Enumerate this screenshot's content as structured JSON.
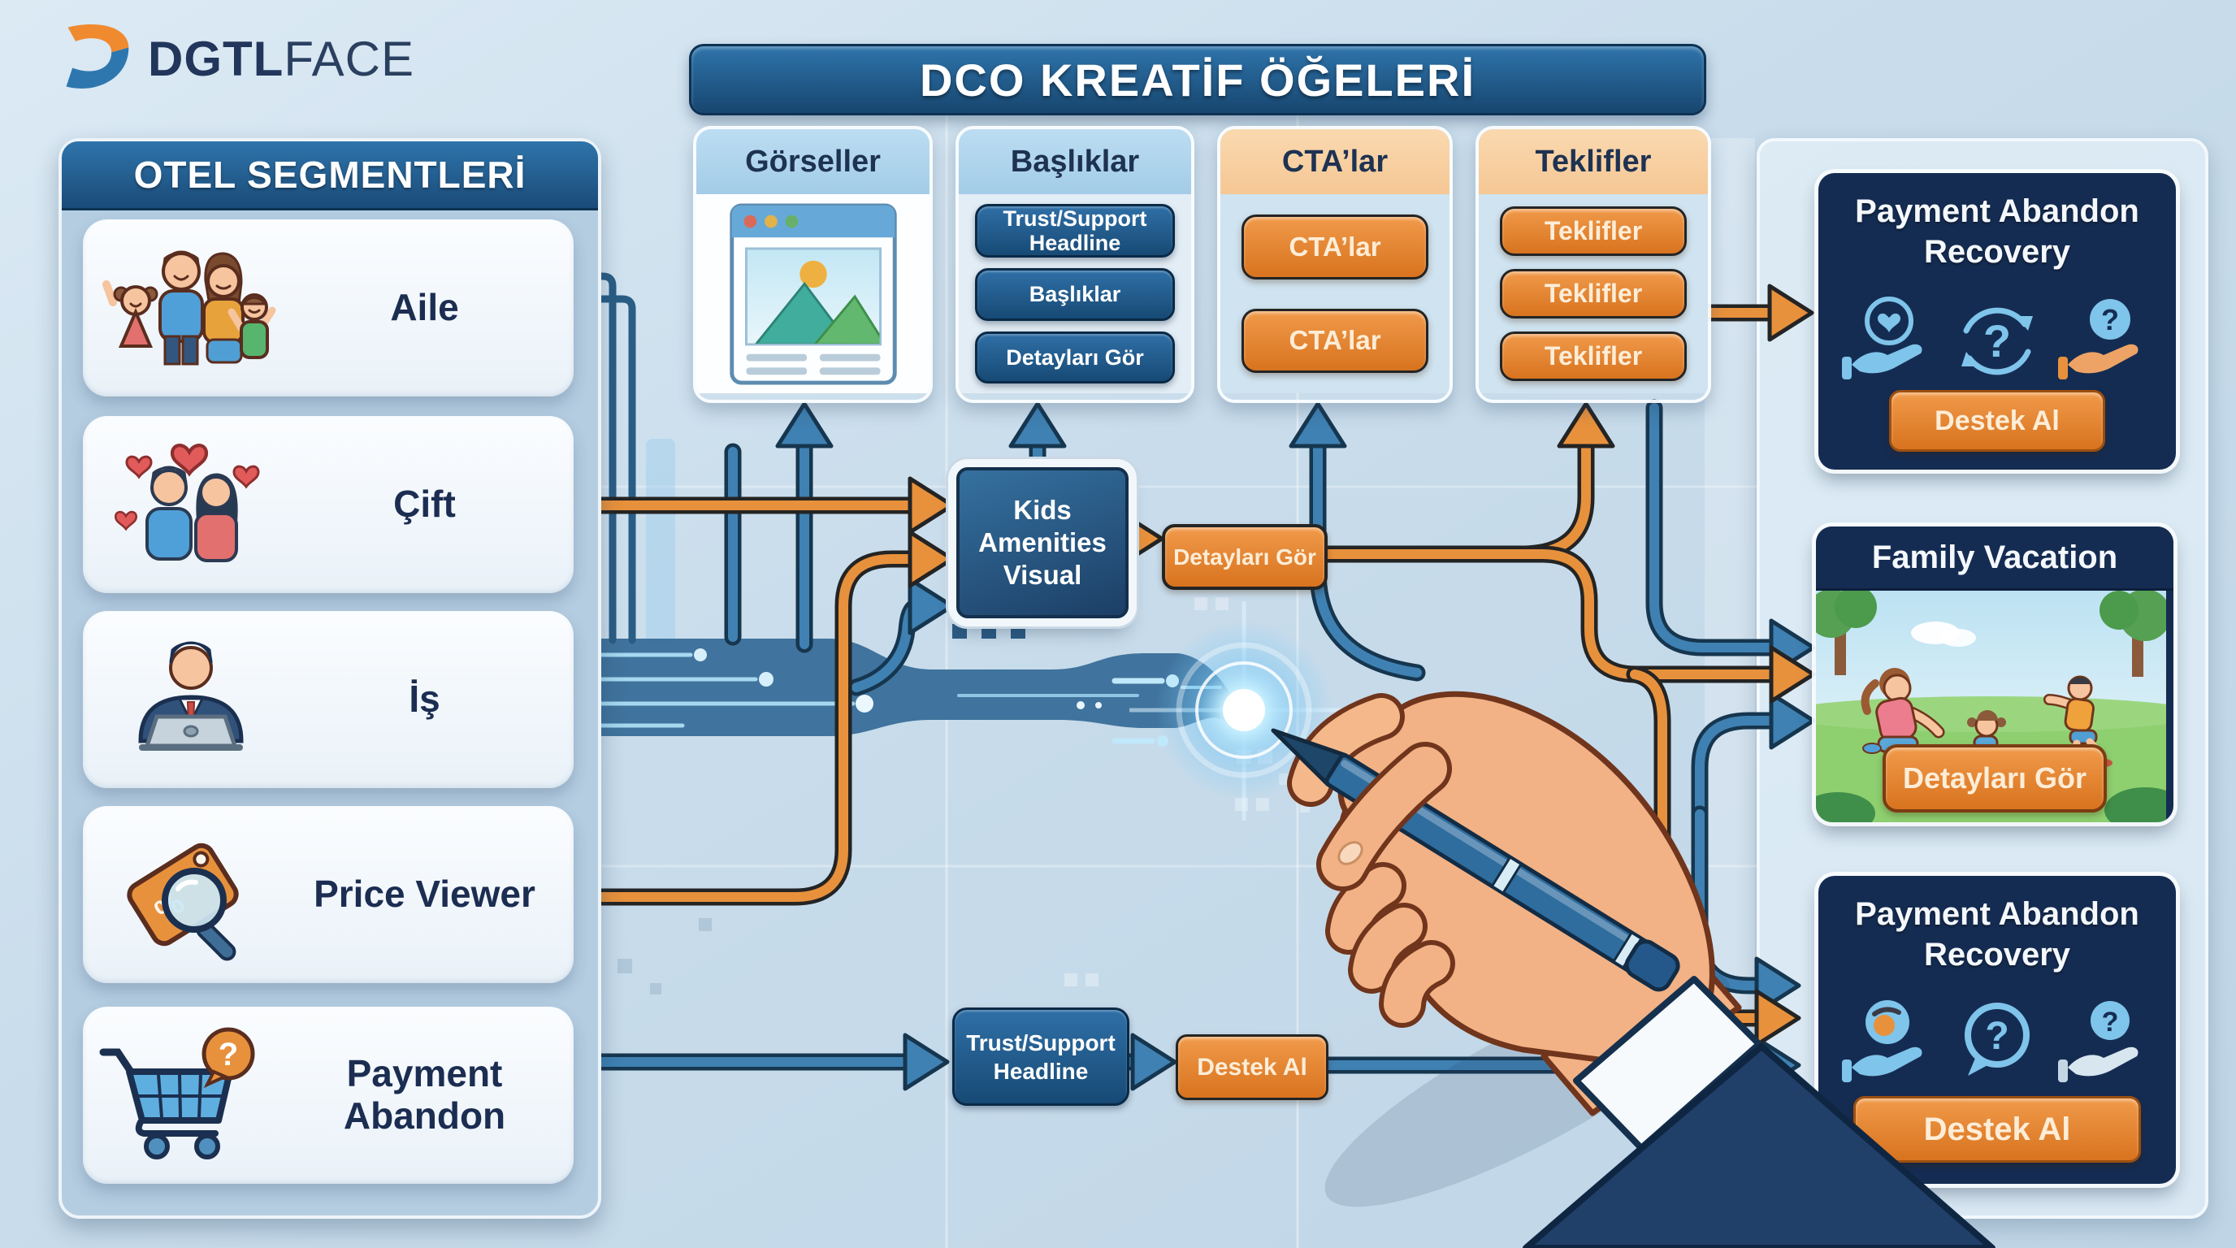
{
  "brand": {
    "logo_bold": "DGTL",
    "logo_light": "FACE",
    "logo_mark": "d-swoosh-logo"
  },
  "dco_header": {
    "title": "DCO KREATİF ÖĞELERİ"
  },
  "segments_panel": {
    "title": "OTEL SEGMENTLERİ",
    "items": [
      {
        "label": "Aile",
        "icon": "family-icon"
      },
      {
        "label": "Çift",
        "icon": "couple-hearts-icon"
      },
      {
        "label": "İş",
        "icon": "businessman-laptop-icon"
      },
      {
        "label": "Price Viewer",
        "icon": "price-tag-magnifier-icon"
      },
      {
        "label": "Payment Abandon",
        "icon": "cart-question-icon"
      }
    ]
  },
  "columns": [
    {
      "title": "Görseller",
      "content": "browser-image-illustration",
      "buttons": []
    },
    {
      "title": "Başlıklar",
      "buttons": [
        "Trust/Support Headline",
        "Başlıklar",
        "Detayları Gör"
      ]
    },
    {
      "title": "CTA’lar",
      "buttons": [
        "CTA’lar",
        "CTA’lar"
      ]
    },
    {
      "title": "Teklifler",
      "buttons": [
        "Teklifler",
        "Teklifler",
        "Teklifler"
      ]
    }
  ],
  "flow": {
    "kids_visual_label": "Kids Amenities Visual",
    "kids_cta_label": "Detayları Gör",
    "trust_headline_label": "Trust/Support Headline",
    "trust_cta_label": "Destek Al"
  },
  "output_cards": [
    {
      "title": "Payment Abandon Recovery",
      "button": "Destek Al",
      "icons": [
        "hand-heart-icon",
        "refresh-question-icon",
        "hand-question-icon"
      ]
    },
    {
      "title": "Family Vacation",
      "button": "Detayları Gör",
      "image": "family-park-scene"
    },
    {
      "title": "Payment Abandon Recovery",
      "button": "Destek Al",
      "icons": [
        "hand-coin-icon",
        "chat-question-icon",
        "hand-question-icon"
      ]
    }
  ],
  "glyphs": {
    "question": "?",
    "percent": "%"
  },
  "colors": {
    "background": "#C9DCEA",
    "panel_blue": "#1E5583",
    "light_header": "#AED3EE",
    "peach_header": "#F8D2A4",
    "navy_button": "#1F4F7C",
    "orange": "#E8913C",
    "orange_button": "#E87F28",
    "dark_card": "#152C52",
    "arrow_blue": "#3F81B2",
    "text_navy": "#1C2D52"
  }
}
